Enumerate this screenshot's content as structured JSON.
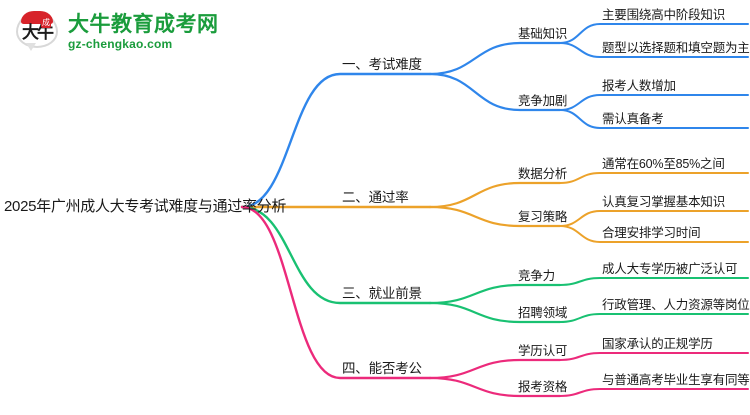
{
  "logo": {
    "mark_glyph": "大牛",
    "cap_glyph": "成",
    "title": "大牛教育成考网",
    "url": "gz-chengkao.com",
    "brand_green": "#1a9c3c",
    "brand_red": "#d7232a"
  },
  "mindmap": {
    "root": {
      "label": "2025年广州成人大专考试难度与通过率分析"
    },
    "branches": [
      {
        "label": "一、考试难度",
        "color": "#2f86eb",
        "children": [
          {
            "label": "基础知识",
            "leaves": [
              {
                "label": "主要围绕高中阶段知识"
              },
              {
                "label": "题型以选择题和填空题为主"
              }
            ]
          },
          {
            "label": "竞争加剧",
            "leaves": [
              {
                "label": "报考人数增加"
              },
              {
                "label": "需认真备考"
              }
            ]
          }
        ]
      },
      {
        "label": "二、通过率",
        "color": "#eca22a",
        "children": [
          {
            "label": "数据分析",
            "leaves": [
              {
                "label": "通常在60%至85%之间"
              }
            ]
          },
          {
            "label": "复习策略",
            "leaves": [
              {
                "label": "认真复习掌握基本知识"
              },
              {
                "label": "合理安排学习时间"
              }
            ]
          }
        ]
      },
      {
        "label": "三、就业前景",
        "color": "#19c172",
        "children": [
          {
            "label": "竞争力",
            "leaves": [
              {
                "label": "成人大专学历被广泛认可"
              }
            ]
          },
          {
            "label": "招聘领域",
            "leaves": [
              {
                "label": "行政管理、人力资源等岗位"
              }
            ]
          }
        ]
      },
      {
        "label": "四、能否考公",
        "color": "#ec2a7b",
        "children": [
          {
            "label": "学历认可",
            "leaves": [
              {
                "label": "国家承认的正规学历"
              }
            ]
          },
          {
            "label": "报考资格",
            "leaves": [
              {
                "label": "与普通高考毕业生享有同等资格"
              }
            ]
          }
        ]
      }
    ]
  }
}
